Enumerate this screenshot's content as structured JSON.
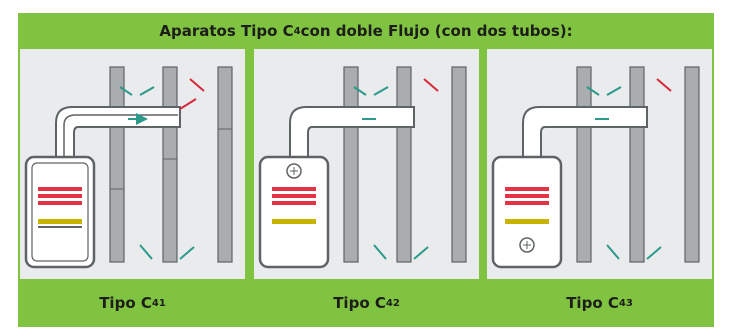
{
  "title": {
    "text": "Aparatos Tipo C",
    "sub": "4",
    "tail": " con doble Flujo (con dos tubos):"
  },
  "panels": [
    {
      "label": "Tipo C",
      "sub": "41",
      "fan": "none"
    },
    {
      "label": "Tipo C",
      "sub": "42",
      "fan": "top"
    },
    {
      "label": "Tipo C",
      "sub": "43",
      "fan": "bottom"
    }
  ],
  "colors": {
    "frame": "#80c341",
    "panel_bg": "#e9ebec",
    "pipe": "#5e6366",
    "column": "#8e9396",
    "arrow_teal": "#2b9a8a",
    "arrow_red": "#d9283b",
    "burner_red": "#e63344",
    "burner_yellow": "#c8b400"
  }
}
